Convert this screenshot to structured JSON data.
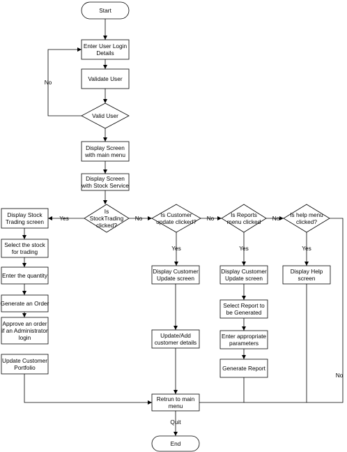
{
  "terminators": {
    "start": "Start",
    "end": "End"
  },
  "process": {
    "login": [
      "Enter User Login",
      "Details"
    ],
    "validate": [
      "Validate User"
    ],
    "main_menu": [
      "Display Screen",
      "with main menu"
    ],
    "stock_service": [
      "Display Screen",
      "with Stock Service"
    ],
    "stock_trading_screen": [
      "Display Stock",
      "Trading screen"
    ],
    "select_stock": [
      "Select the stock",
      "for trading"
    ],
    "enter_quantity": [
      "Enter the quantity"
    ],
    "generate_order": [
      "Generate an Order"
    ],
    "approve_order": [
      "Approve an order",
      "if an Administrator",
      "login"
    ],
    "update_portfolio": [
      "Update Customer",
      "Portfolio"
    ],
    "customer_update_screen": [
      "Display Customer",
      "Update screen"
    ],
    "update_add_customer": [
      "Update/Add",
      "customer details"
    ],
    "report_customer_update_screen": [
      "Display Customer",
      "Update screen"
    ],
    "select_report": [
      "Select Report to",
      "be Generated"
    ],
    "enter_parameters": [
      "Enter appropriate",
      "parameters"
    ],
    "generate_report": [
      "Generate Report"
    ],
    "help_screen": [
      "Display Help",
      "screen"
    ],
    "return_main_menu": [
      "Retrun to main",
      "menu"
    ]
  },
  "decisions": {
    "valid_user": [
      "Valid User"
    ],
    "stock_trading": [
      "Is",
      "StockTrading",
      "clicked?"
    ],
    "customer_update": [
      "Is Customer",
      "update clicked?"
    ],
    "reports_menu": [
      "Is Reports",
      "menu clicked"
    ],
    "help_menu": [
      "Is help menu",
      "clicked?"
    ]
  },
  "edge_labels": {
    "valid_no": "No",
    "stock_yes": "Yes",
    "stock_no": "No",
    "customer_yes": "Yes",
    "customer_no": "No",
    "reports_yes": "Yes",
    "reports_no": "No",
    "help_yes": "Yes",
    "help_no": "No",
    "quit": "Quit"
  }
}
